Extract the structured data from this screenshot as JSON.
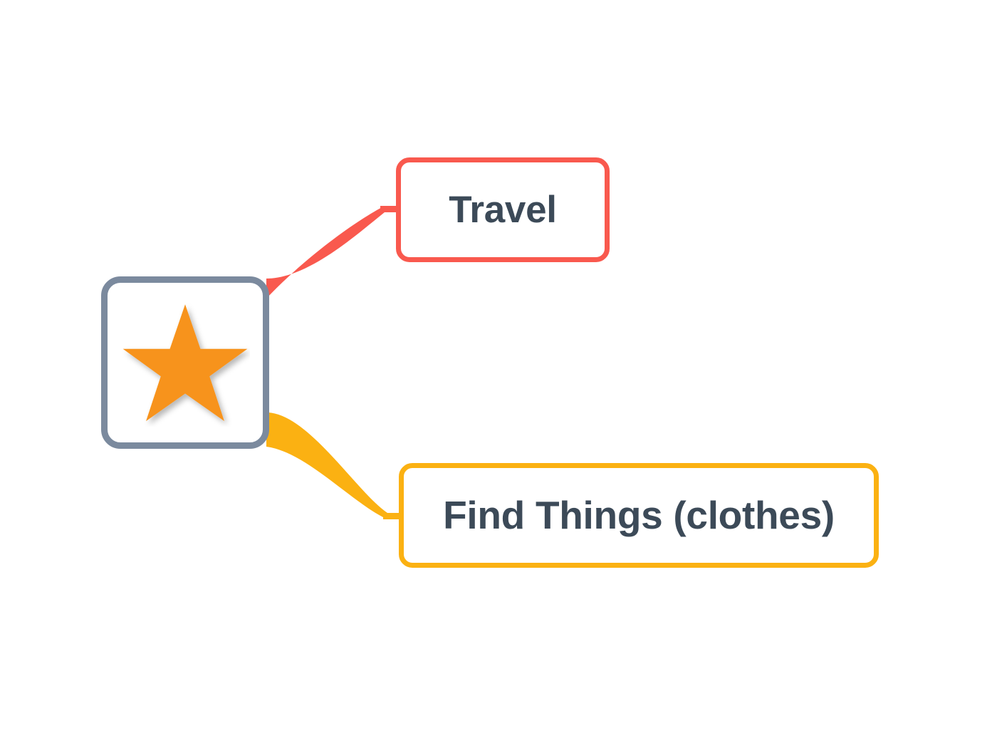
{
  "diagram": {
    "type": "mind-map",
    "title": "",
    "background_color": "#ffffff",
    "root": {
      "id": "root",
      "label": "",
      "icon": "star-icon",
      "icon_color": "#f7931e",
      "border_color": "#7b8a9e",
      "fill_color": "#ffffff"
    },
    "branches": [
      {
        "id": "travel",
        "label": "Travel",
        "border_color": "#f9594e",
        "connector_color": "#f9594e",
        "fill_color": "#ffffff",
        "text_color": "#3c4a58",
        "position": "upper-right"
      },
      {
        "id": "find-things",
        "label": "Find Things (clothes)",
        "border_color": "#fbb112",
        "connector_color": "#fbb112",
        "fill_color": "#ffffff",
        "text_color": "#3c4a58",
        "position": "lower-right"
      }
    ]
  }
}
